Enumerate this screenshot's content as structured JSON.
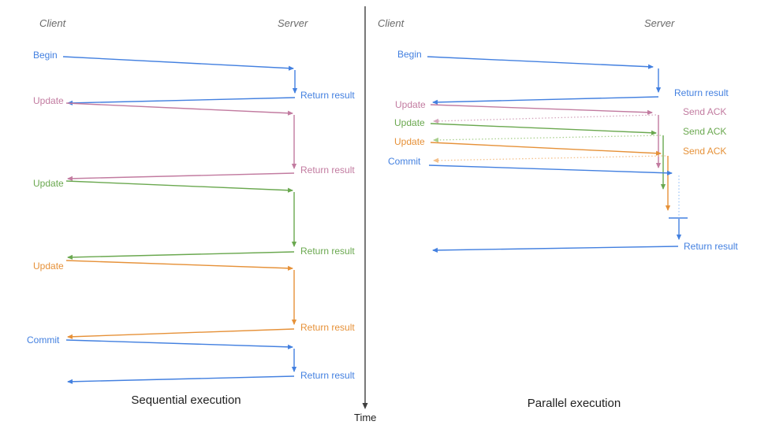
{
  "diagram": {
    "colors": {
      "blue": "#4380e0",
      "pink": "#c27ba0",
      "green": "#6aa84f",
      "orange": "#e69138",
      "light_pink": "#d5a6bd",
      "light_green": "#a9d08e",
      "light_orange": "#f4c08b",
      "light_blue": "#9fc5f8",
      "axis": "#3f3f3f",
      "header_text": "#6a6a6a",
      "title_text": "#1f1f1f"
    },
    "time_axis": {
      "label": "Time"
    },
    "sequential": {
      "title": "Sequential execution",
      "client_header": "Client",
      "server_header": "Server",
      "messages": [
        {
          "label": "Begin",
          "color": "blue",
          "response": "Return result"
        },
        {
          "label": "Update",
          "color": "pink",
          "response": "Return result"
        },
        {
          "label": "Update",
          "color": "green",
          "response": "Return result"
        },
        {
          "label": "Update",
          "color": "orange",
          "response": "Return result"
        },
        {
          "label": "Commit",
          "color": "blue",
          "response": "Return result"
        }
      ]
    },
    "parallel": {
      "title": "Parallel execution",
      "client_header": "Client",
      "server_header": "Server",
      "messages": [
        {
          "label": "Begin",
          "color": "blue",
          "response": "Return result"
        },
        {
          "label": "Update",
          "color": "pink",
          "response": "Send ACK"
        },
        {
          "label": "Update",
          "color": "green",
          "response": "Send ACK"
        },
        {
          "label": "Update",
          "color": "orange",
          "response": "Send ACK"
        },
        {
          "label": "Commit",
          "color": "blue",
          "response": "Return result"
        }
      ]
    }
  }
}
